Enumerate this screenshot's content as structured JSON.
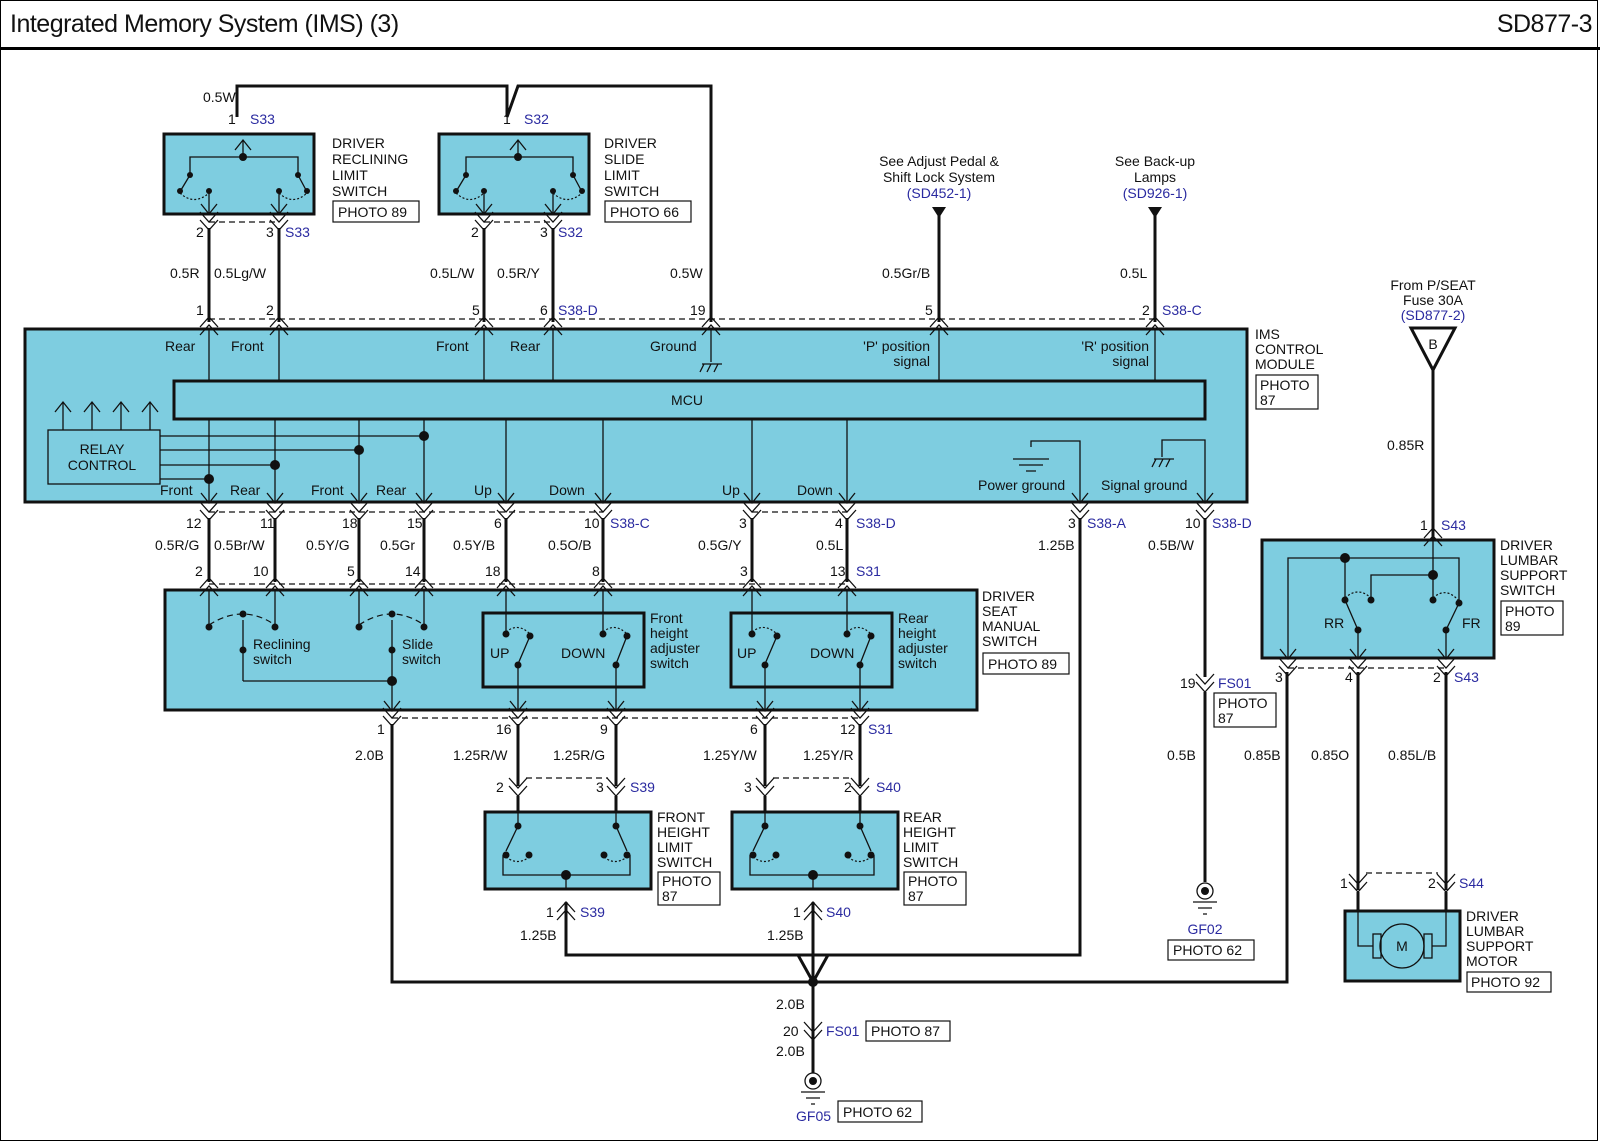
{
  "header": {
    "title": "Integrated Memory System (IMS) (3)",
    "page_id": "SD877-3"
  },
  "colors": {
    "component_fill": "#7ecde0",
    "connector_label": "#2a2aa0",
    "wire": "#111111"
  },
  "components": {
    "reclining_limit": {
      "name": [
        "DRIVER",
        "RECLINING",
        "LIMIT",
        "SWITCH"
      ],
      "photo": "PHOTO 89"
    },
    "slide_limit": {
      "name": [
        "DRIVER",
        "SLIDE",
        "LIMIT",
        "SWITCH"
      ],
      "photo": "PHOTO 66"
    },
    "ims_module": {
      "name": [
        "IMS",
        "CONTROL",
        "MODULE"
      ],
      "photo": [
        "PHOTO",
        "87"
      ],
      "mcu": "MCU",
      "relay": [
        "RELAY",
        "CONTROL"
      ],
      "top_labels": [
        "Rear",
        "Front",
        "Front",
        "Rear",
        "Ground",
        "'P' position",
        "signal",
        "'R' position",
        "signal"
      ],
      "bottom_labels": [
        "Front",
        "Rear",
        "Front",
        "Rear",
        "Up",
        "Down",
        "Up",
        "Down",
        "Power ground",
        "Signal ground"
      ]
    },
    "manual_switch": {
      "name": [
        "DRIVER",
        "SEAT",
        "MANUAL",
        "SWITCH"
      ],
      "photo": "PHOTO 89",
      "reclining": [
        "Reclining",
        "switch"
      ],
      "slide": [
        "Slide",
        "switch"
      ],
      "front_adj": [
        "Front",
        "height",
        "adjuster",
        "switch"
      ],
      "rear_adj": [
        "Rear",
        "height",
        "adjuster",
        "switch"
      ],
      "up": "UP",
      "down": "DOWN"
    },
    "front_height_limit": {
      "name": [
        "FRONT",
        "HEIGHT",
        "LIMIT",
        "SWITCH"
      ],
      "photo": [
        "PHOTO",
        "87"
      ]
    },
    "rear_height_limit": {
      "name": [
        "REAR",
        "HEIGHT",
        "LIMIT",
        "SWITCH"
      ],
      "photo": [
        "PHOTO",
        "87"
      ]
    },
    "lumbar_switch": {
      "name": [
        "DRIVER",
        "LUMBAR",
        "SUPPORT",
        "SWITCH"
      ],
      "photo": [
        "PHOTO",
        "89"
      ],
      "rr": "RR",
      "fr": "FR"
    },
    "lumbar_motor": {
      "name": [
        "DRIVER",
        "LUMBAR",
        "SUPPORT",
        "MOTOR"
      ],
      "photo": "PHOTO 92",
      "m": "M"
    }
  },
  "references": {
    "pedal": {
      "text": [
        "See Adjust Pedal &",
        "Shift Lock System"
      ],
      "ref": "(SD452-1)"
    },
    "backup": {
      "text": [
        "See Back-up",
        "Lamps"
      ],
      "ref": "(SD926-1)"
    },
    "fuse": {
      "text": [
        "From P/SEAT",
        "Fuse 30A"
      ],
      "ref": "(SD877-2)",
      "letter": "B"
    }
  },
  "wires": {
    "top": [
      "0.5W",
      "0.5R",
      "0.5Lg/W",
      "0.5L/W",
      "0.5R/Y",
      "0.5W",
      "0.5Gr/B",
      "0.5L",
      "0.85R"
    ],
    "mid": [
      "0.5R/G",
      "0.5Br/W",
      "0.5Y/G",
      "0.5Gr",
      "0.5Y/B",
      "0.5O/B",
      "0.5G/Y",
      "0.5L",
      "1.25B",
      "0.5B/W"
    ],
    "low": [
      "2.0B",
      "1.25R/W",
      "1.25R/G",
      "1.25Y/W",
      "1.25Y/R",
      "1.25B",
      "1.25B",
      "2.0B",
      "2.0B",
      "0.5B",
      "0.85B",
      "0.85O",
      "0.85L/B"
    ]
  },
  "pins": {
    "top_s33": [
      "1",
      "2",
      "3"
    ],
    "top_s32": [
      "1",
      "2",
      "3"
    ],
    "s38_top": [
      "1",
      "2",
      "5",
      "6",
      "19",
      "5",
      "2"
    ],
    "s38_bottom": [
      "12",
      "11",
      "18",
      "15",
      "6",
      "10",
      "3",
      "4",
      "3",
      "10"
    ],
    "manual_top": [
      "2",
      "10",
      "5",
      "14",
      "18",
      "8",
      "3",
      "13"
    ],
    "manual_bottom": [
      "1",
      "16",
      "9",
      "6",
      "12"
    ],
    "s39": [
      "2",
      "3",
      "1"
    ],
    "s40": [
      "3",
      "2",
      "1"
    ],
    "s43": [
      "1",
      "3",
      "4",
      "2"
    ],
    "s44": [
      "1",
      "2"
    ],
    "fs01": [
      "19",
      "20"
    ]
  },
  "connectors": {
    "S33": "S33",
    "S32": "S32",
    "S38D": "S38-D",
    "S38C": "S38-C",
    "S38A": "S38-A",
    "S31": "S31",
    "S39": "S39",
    "S40": "S40",
    "S43": "S43",
    "S44": "S44",
    "FS01": "FS01",
    "GF02": "GF02",
    "GF05": "GF05"
  },
  "grounds": {
    "fs01_photo": [
      "PHOTO",
      "87"
    ],
    "gf02_photo": "PHOTO 62",
    "fs01_bottom_photo": "PHOTO 87",
    "gf05_photo": "PHOTO 62"
  }
}
